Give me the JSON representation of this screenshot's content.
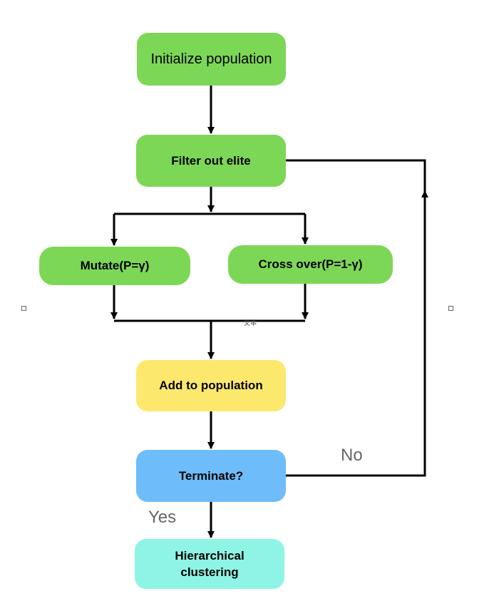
{
  "nodes": {
    "init": {
      "label": "Initialize population",
      "color": "#7dd756"
    },
    "filter": {
      "label": "Filter out elite",
      "color": "#7dd756"
    },
    "mutate": {
      "label": "Mutate(P=γ)",
      "color": "#7dd756"
    },
    "cross": {
      "label": "Cross over(P=1-γ)",
      "color": "#7dd756"
    },
    "add": {
      "label": "Add to population",
      "color": "#fde86e"
    },
    "terminate": {
      "label": "Terminate?",
      "color": "#6ebcf9"
    },
    "cluster": {
      "label": "Hierarchical clustering",
      "color": "#8ef4e6"
    }
  },
  "edge_labels": {
    "no": "No",
    "yes": "Yes",
    "placeholder": "文本"
  },
  "colors": {
    "line": "#000000",
    "label_text": "#666666"
  }
}
